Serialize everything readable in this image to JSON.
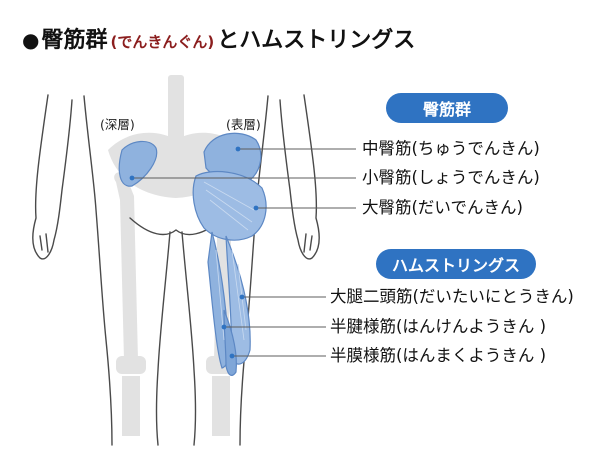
{
  "title": {
    "bullet": "●",
    "group": "臀筋群",
    "reading": "(でんきんぐん)",
    "suffix": "とハムストリングス"
  },
  "views": {
    "deep": "(深層)",
    "surface": "(表層)"
  },
  "gluteal": {
    "header": "臀筋群",
    "items": [
      {
        "name": "中臀筋",
        "reading": "(ちゅうでんきん)"
      },
      {
        "name": "小臀筋",
        "reading": "(しょうでんきん)"
      },
      {
        "name": "大臀筋",
        "reading": "(だいでんきん)"
      }
    ]
  },
  "hamstrings": {
    "header": "ハムストリングス",
    "items": [
      {
        "name": "大腿二頭筋",
        "reading": "(だいたいにとうきん)"
      },
      {
        "name": "半腱様筋",
        "reading": "(はんけんようきん )"
      },
      {
        "name": "半膜様筋",
        "reading": "(はんまくようきん )"
      }
    ]
  },
  "colors": {
    "accent": "#2f73c2",
    "muscle": "#8fb2de",
    "muscle_dark": "#5d88c4",
    "bone": "#e2e2e2",
    "outline": "#4a4a4a",
    "reading_text": "#8b1e1e"
  }
}
